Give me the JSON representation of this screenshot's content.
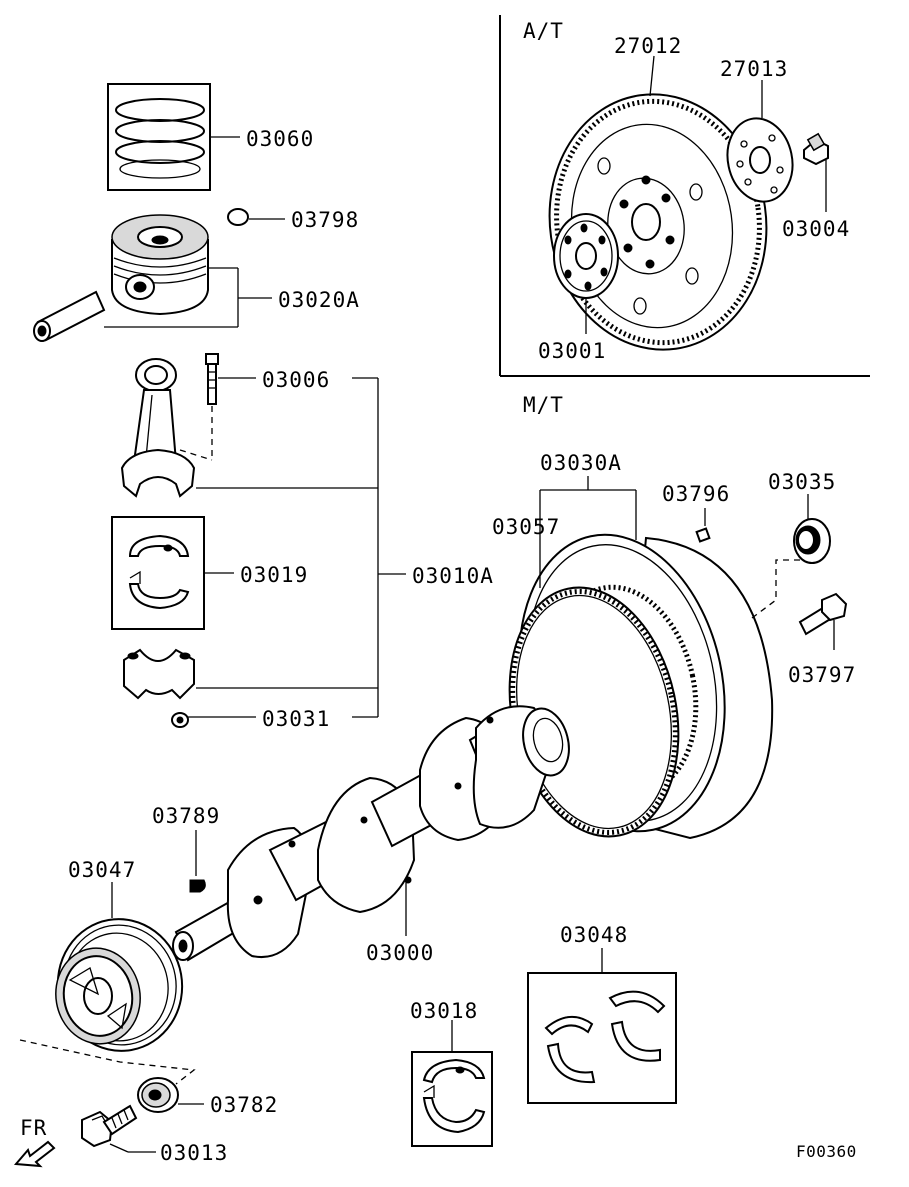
{
  "sections": {
    "automatic": "A/T",
    "manual": "M/T"
  },
  "parts": {
    "ring_set": "03060",
    "snap_ring": "03798",
    "piston": "03020A",
    "rod_bolt": "03006",
    "rod_bearing": "03019",
    "rod_assembly": "03010A",
    "rod_nut": "03031",
    "flexplate": "27012",
    "adapter_plate": "27013",
    "flexplate_bolt": "03004",
    "drive_plate": "03001",
    "flywheel": "03030A",
    "ring_gear": "03057",
    "pin": "03796",
    "pilot_bearing": "03035",
    "flywheel_bolt": "03797",
    "crankshaft": "03000",
    "woodruff_key": "03789",
    "pulley": "03047",
    "thrust_washer": "03048",
    "main_bearing": "03018",
    "pulley_washer": "03782",
    "pulley_bolt": "03013"
  },
  "direction": "FR",
  "figure_code": "F00360"
}
